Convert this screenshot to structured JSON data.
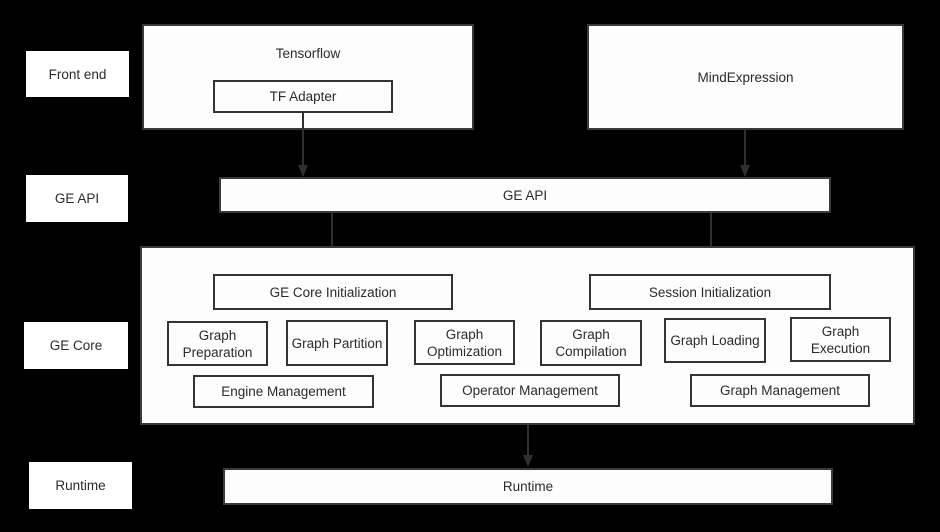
{
  "colors": {
    "background": "#000000",
    "box_fill": "#fdfdfd",
    "border": "#3a3a3a",
    "text": "#2b2b2b",
    "arrow": "#2f2f2f"
  },
  "side_labels": {
    "front_end": "Front end",
    "ge_api": "GE API",
    "ge_core": "GE Core",
    "runtime": "Runtime"
  },
  "front_end": {
    "tensorflow": "Tensorflow",
    "tf_adapter": "TF Adapter",
    "mind_expression": "MindExpression"
  },
  "ge_api": {
    "label": "GE API"
  },
  "ge_core": {
    "init_boxes": [
      "GE Core Initialization",
      "Session Initialization"
    ],
    "stage_boxes": [
      "Graph Preparation",
      "Graph Partition",
      "Graph Optimization",
      "Graph Compilation",
      "Graph Loading",
      "Graph Execution"
    ],
    "management_boxes": [
      "Engine Management",
      "Operator Management",
      "Graph Management"
    ]
  },
  "runtime": {
    "label": "Runtime"
  }
}
